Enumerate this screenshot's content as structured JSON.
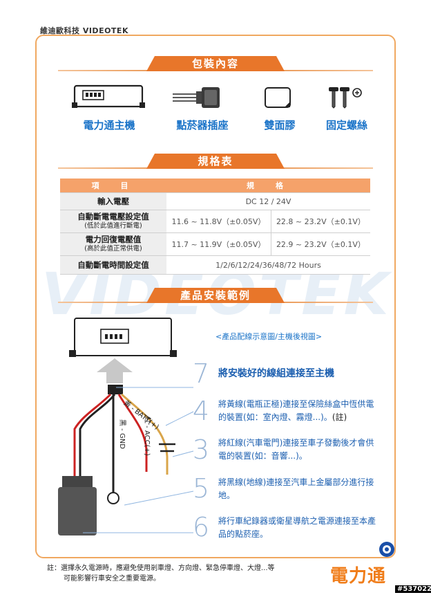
{
  "brand_header": "維迪歐科技 VIDEOTEK",
  "watermark": "VIDEOTEK",
  "sections": {
    "package": "包裝內容",
    "spec": "規格表",
    "install": "產品安裝範例"
  },
  "package_items": [
    {
      "label": "電力通主機",
      "icon": "main-unit-icon"
    },
    {
      "label": "點菸器插座",
      "icon": "cigarette-socket-icon"
    },
    {
      "label": "雙面膠",
      "icon": "double-sided-tape-icon"
    },
    {
      "label": "固定螺絲",
      "icon": "screws-icon"
    }
  ],
  "spec_table": {
    "header": [
      "項　目",
      "規　格"
    ],
    "rows": [
      {
        "label": "輸入電壓",
        "sub": "",
        "values": [
          "DC 12 / 24V"
        ]
      },
      {
        "label": "自動斷電電壓設定值",
        "sub": "(低於此值進行斷電)",
        "values": [
          "11.6 ~ 11.8V（±0.05V）",
          "22.8 ~ 23.2V（±0.1V）"
        ]
      },
      {
        "label": "電力回復電壓值",
        "sub": "(高於此值正常供電)",
        "values": [
          "11.7 ~ 11.9V（±0.05V）",
          "22.9 ~ 23.2V（±0.1V）"
        ]
      },
      {
        "label": "自動斷電時間設定值",
        "sub": "",
        "values": [
          "1/2/6/12/24/36/48/72 Hours"
        ]
      }
    ]
  },
  "diagram_caption": "<產品配線示意圖/主機後視圖>",
  "wires": {
    "yellow": "黃 - BATT(+)",
    "red": "紅 - ACC(+)",
    "black": "黑 - GND"
  },
  "steps": [
    {
      "num": "7",
      "text": "將安裝好的線組連接至主機",
      "suffix": ""
    },
    {
      "num": "4",
      "text": "將黃線(電瓶正極)連接至保險絲盒中恆供電的裝置(如：室內燈、霧燈...)。",
      "suffix": "(註)"
    },
    {
      "num": "3",
      "text": "將紅線(汽車電門)連接至車子發動後才會供電的裝置(如：音響...)。",
      "suffix": ""
    },
    {
      "num": "5",
      "text": "將黑線(地線)連接至汽車上金屬部分進行接地。",
      "suffix": ""
    },
    {
      "num": "6",
      "text": "將行車紀錄器或衛星導航之電源連接至本產品的點菸座。",
      "suffix": ""
    }
  ],
  "note": {
    "line1": "註：選擇永久電源時，應避免使用剎車燈、方向燈、緊急停車燈、大燈...等",
    "line2": "可能影響行車安全之重要電源。"
  },
  "logo": "電力通",
  "stamp": "#537022",
  "colors": {
    "accent": "#e8762a",
    "blue": "#1a73c8",
    "frame": "#f0a860"
  }
}
